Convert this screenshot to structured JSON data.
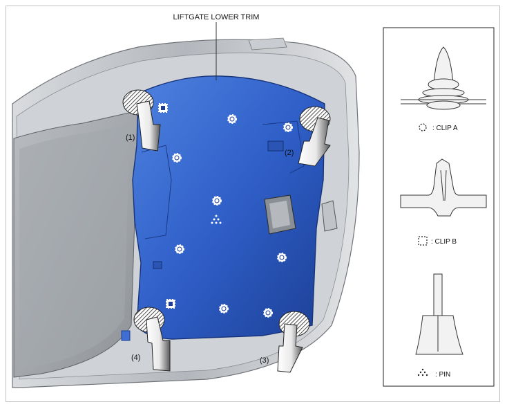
{
  "title": "LIFTGATE LOWER TRIM",
  "callouts": [
    "(1)",
    "(2)",
    "(3)",
    "(4)"
  ],
  "legend": {
    "clip_a": ": CLIP A",
    "clip_b": ": CLIP B",
    "pin": ": PIN"
  },
  "colors": {
    "trim_blue": "#2f5fc8",
    "trim_dark": "#1c3f95",
    "frame_gray": "#b8bcc2",
    "glass_gray": "#9ea2a8"
  },
  "icons": [
    "clip-a-icon",
    "clip-b-icon",
    "pin-icon",
    "arrow-icon"
  ]
}
